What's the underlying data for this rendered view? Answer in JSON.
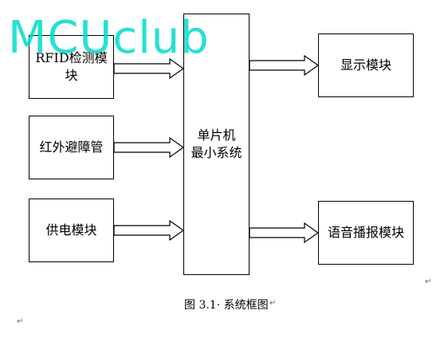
{
  "blocks": {
    "rfid": "RFID检测模块",
    "infrared": "红外避障管",
    "power": "供电模块",
    "mcu": "单片机\n最小系统",
    "display": "显示模块",
    "voice": "语音播报模块"
  },
  "caption": "图 3.1· 系统框图",
  "return_mark": "↵",
  "watermark": "MCUclub",
  "colors": {
    "watermark": "#00dcc8",
    "stroke": "#000000"
  }
}
